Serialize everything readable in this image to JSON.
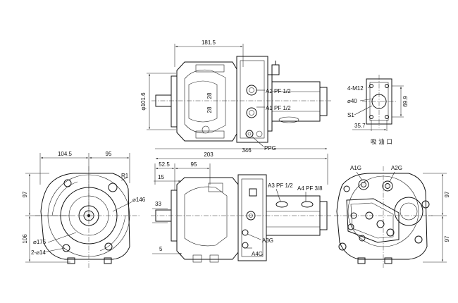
{
  "top_view": {
    "dim_width": "181.5",
    "dim_height": "φ101.6",
    "dim_28_a": "28",
    "dim_28_b": "28",
    "port_a2": "A2 PF 1/2",
    "port_a1": "A1 PF 1/2",
    "port_ppg": "PPG",
    "dim_total": "346"
  },
  "flange_detail": {
    "thread": "4-M12",
    "bore": "⌀40",
    "port": "S1",
    "dim_69_9": "69.9",
    "dim_35_7": "35.7",
    "caption": "吸 油 口"
  },
  "front_view": {
    "dim_104_5": "104.5",
    "dim_95": "95",
    "radius": "R1",
    "dim_97": "97",
    "dim_106": "106",
    "dia_146": "⌀146",
    "dia_175": "⌀175",
    "holes": "2-⌀14"
  },
  "side_view": {
    "dim_52_5": "52.5",
    "dim_95": "95",
    "dim_203": "203",
    "dim_15": "15",
    "dim_33": "33",
    "dim_5": "5",
    "port_a3": "A3 PF 1/2",
    "port_a4": "A4 PF 3/8",
    "gauge_a3g": "A3G",
    "gauge_a4g": "A4G"
  },
  "rear_view": {
    "gauge_a1g": "A1G",
    "gauge_a2g": "A2G",
    "dim_97_a": "97",
    "dim_97_b": "97"
  }
}
